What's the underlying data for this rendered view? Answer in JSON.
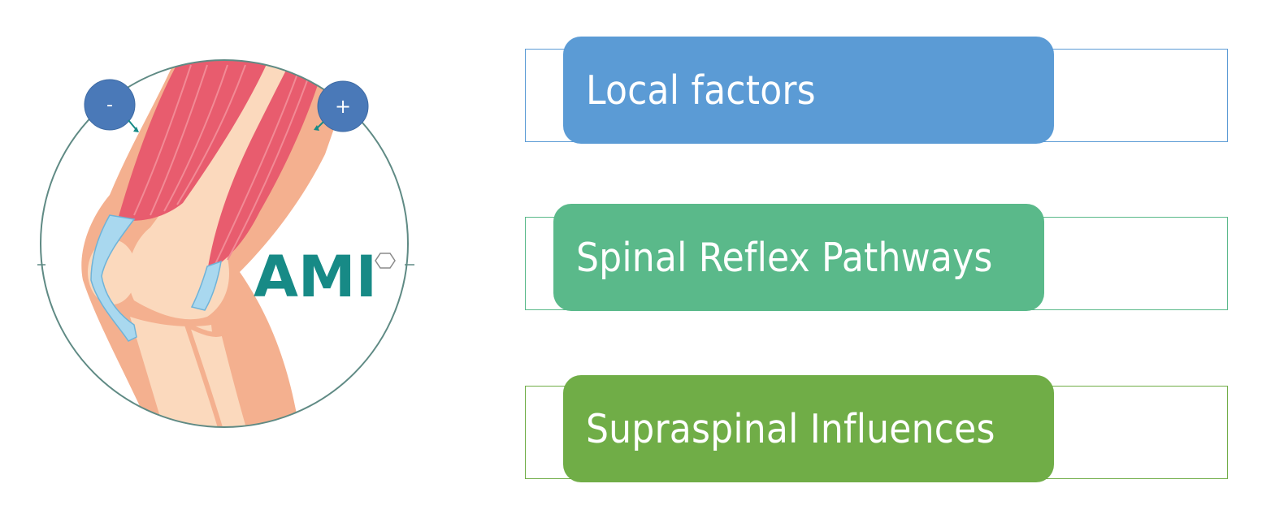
{
  "logo": {
    "text": "AMI",
    "color": "#178a86",
    "mark": "hexagon-icon"
  },
  "illustration": {
    "subject": "knee-joint-with-muscles",
    "minus_badge": "-",
    "plus_badge": "+",
    "badge_color": "#4a79b8"
  },
  "factors": [
    {
      "label": "Local factors",
      "color": "#5b9bd5"
    },
    {
      "label": "Spinal Reflex Pathways",
      "color": "#5ab98a"
    },
    {
      "label": "Supraspinal Influences",
      "color": "#70ad47"
    }
  ]
}
